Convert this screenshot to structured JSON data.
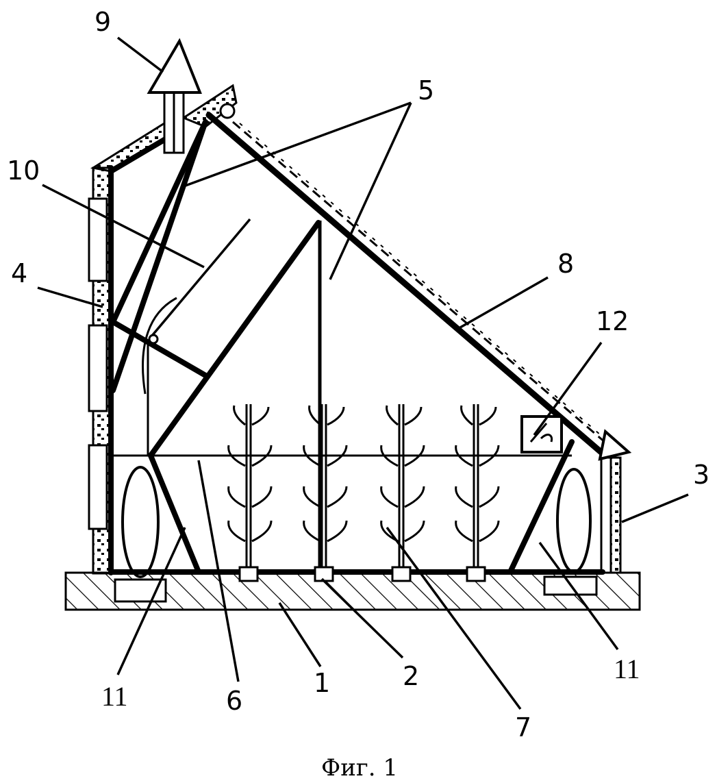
{
  "figure": {
    "caption": "Фиг. 1",
    "labels": {
      "l1": "1",
      "l2": "2",
      "l3": "3",
      "l4": "4",
      "l5": "5",
      "l6": "6",
      "l7": "7",
      "l8": "8",
      "l9": "9",
      "l10": "10",
      "l11a": "11",
      "l11b": "11",
      "l12": "12"
    }
  }
}
